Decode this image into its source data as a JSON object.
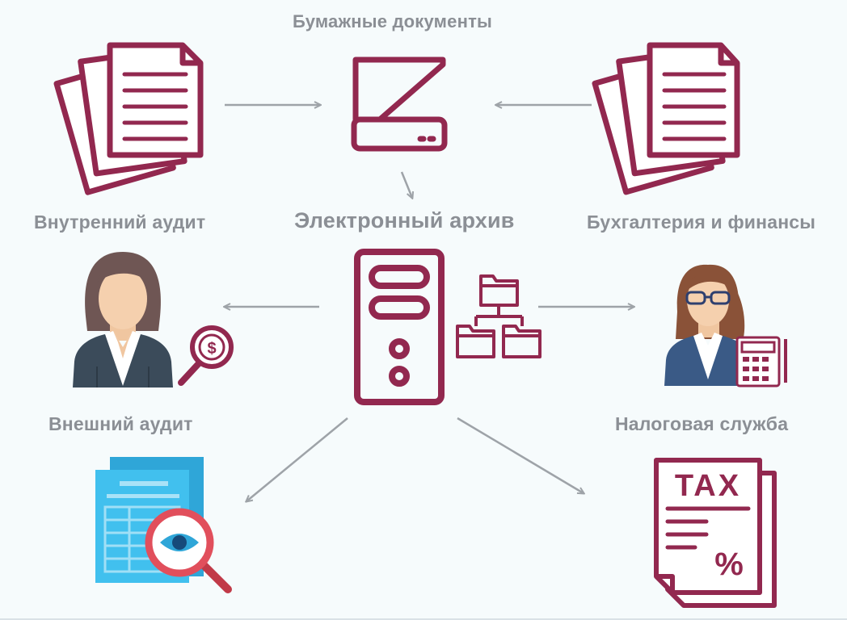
{
  "labels": {
    "paper_docs": "Бумажные документы",
    "electronic_archive": "Электронный архив",
    "internal_audit": "Внутренний аудит",
    "accounting_finance": "Бухгалтерия и финансы",
    "external_audit": "Внешний аудит",
    "tax_service": "Налоговая служба"
  },
  "icon_text": {
    "tax": "TAX",
    "percent": "%",
    "dollar": "$"
  },
  "colors": {
    "primary": "#92284f",
    "arrow": "#9ea3a8",
    "label": "#8b8f95",
    "doc_blue": "#35b8e6",
    "lens_red": "#e14f5c"
  }
}
